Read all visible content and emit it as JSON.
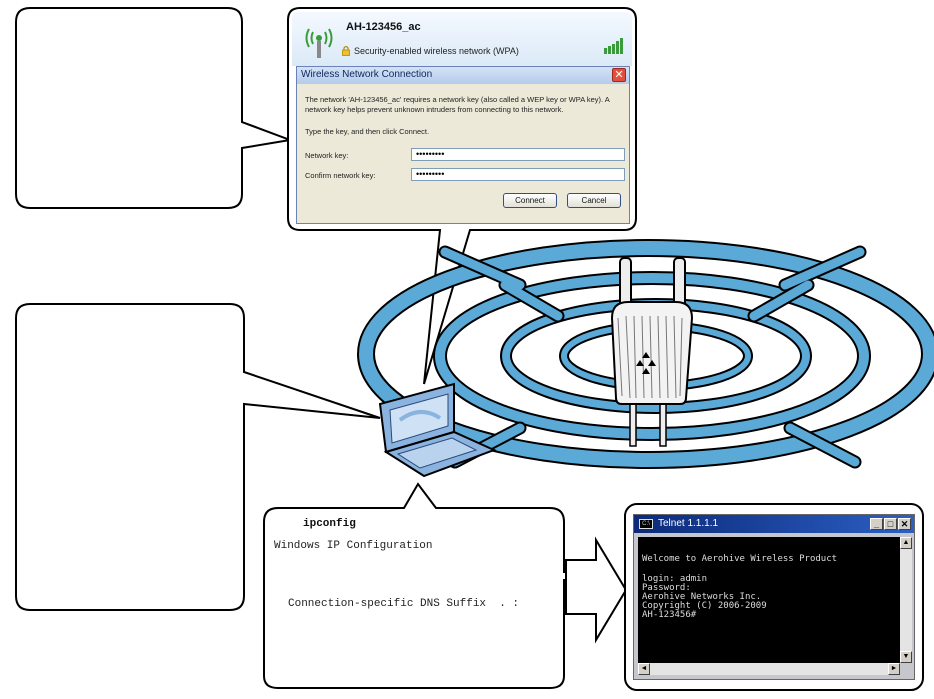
{
  "wifi": {
    "network_name": "AH-123456_ac",
    "security_text": "Security-enabled wireless network (WPA)",
    "dialog_title": "Wireless Network Connection",
    "message": "The network 'AH-123456_ac' requires a network key (also called a WEP key or WPA key). A network key helps prevent unknown intruders from connecting to this network.",
    "instruction": "Type the key, and then click Connect.",
    "network_key_label": "Network key:",
    "network_key_value": "•••••••••",
    "confirm_key_label": "Confirm network key:",
    "confirm_key_value": "•••••••••",
    "connect_label": "Connect",
    "cancel_label": "Cancel",
    "close_glyph": "✕"
  },
  "ipconfig": {
    "command": "ipconfig",
    "title": "Windows IP Configuration",
    "dns_line": "Connection-specific DNS Suffix  . :"
  },
  "telnet": {
    "title": "Telnet 1.1.1.1",
    "app_icon_text": "C:\\",
    "min_glyph": "_",
    "max_glyph": "□",
    "close_glyph": "✕",
    "lines": [
      "Welcome to Aerohive Wireless Product",
      "login: admin",
      "Password:",
      "Aerohive Networks Inc.",
      "Copyright (C) 2006-2009",
      "AH-123456#"
    ],
    "scroll_up": "▲",
    "scroll_down": "▼",
    "scroll_left": "◄",
    "scroll_right": "►"
  },
  "colors": {
    "wave_fill": "#5aa9d6",
    "wave_stroke": "#000000",
    "laptop_fill": "#8ab3df",
    "ap_fill": "#f3f3f3"
  },
  "icons": [
    "wifi-icon",
    "lock-icon",
    "signal-strength-icon",
    "close-icon",
    "laptop-icon",
    "access-point-icon",
    "console-icon"
  ]
}
